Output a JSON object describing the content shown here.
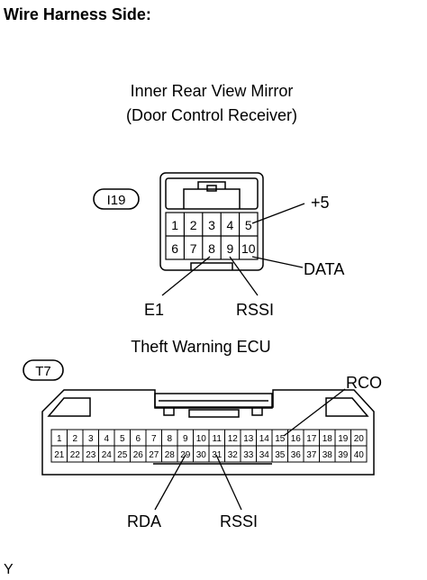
{
  "header": {
    "title": "Wire Harness Side:"
  },
  "connector_i19": {
    "name": "Inner Rear View Mirror",
    "name_line2": "(Door Control Receiver)",
    "code": "I19",
    "pins_row1": [
      "1",
      "2",
      "3",
      "4",
      "5"
    ],
    "pins_row2": [
      "6",
      "7",
      "8",
      "9",
      "10"
    ],
    "labels": {
      "plus5": "+5",
      "data": "DATA",
      "e1": "E1",
      "rssi": "RSSI"
    }
  },
  "connector_t7": {
    "name": "Theft Warning ECU",
    "code": "T7",
    "pins_row1": [
      "1",
      "2",
      "3",
      "4",
      "5",
      "6",
      "7",
      "8",
      "9",
      "10",
      "11",
      "12",
      "13",
      "14",
      "15",
      "16",
      "17",
      "18",
      "19",
      "20"
    ],
    "pins_row2": [
      "21",
      "22",
      "23",
      "24",
      "25",
      "26",
      "27",
      "28",
      "29",
      "30",
      "31",
      "32",
      "33",
      "34",
      "35",
      "36",
      "37",
      "38",
      "39",
      "40"
    ],
    "labels": {
      "rco": "RCO",
      "rda": "RDA",
      "rssi": "RSSI"
    }
  },
  "footer": {
    "mark": "Y"
  }
}
